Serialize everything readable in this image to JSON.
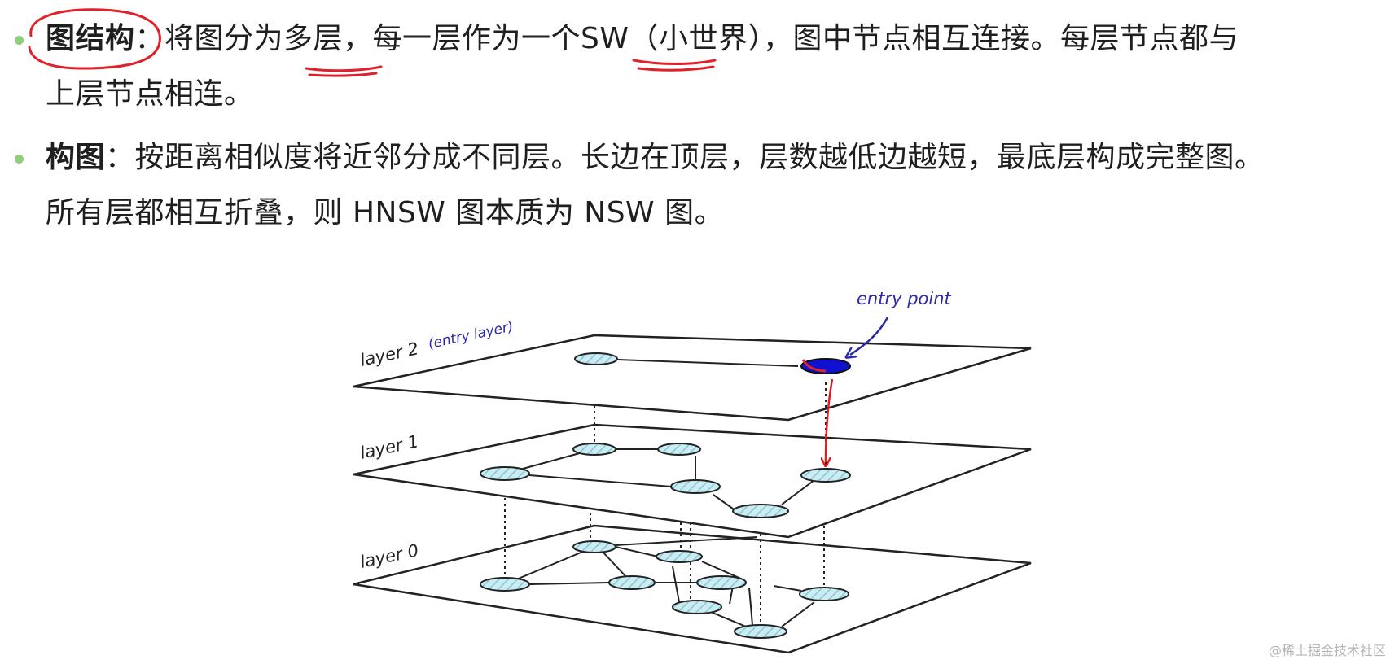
{
  "bullets": [
    {
      "term": "图结构",
      "sep": "：",
      "line1": "将图分为多层，每一层作为一个SW（小世界），图中节点相互连接。每层节点都与",
      "line2": "上层节点相连。"
    },
    {
      "term": "构图",
      "sep": "：",
      "line1": "按距离相似度将近邻分成不同层。长边在顶层，层数越低边越短，最底层构成完整图。",
      "line2": "所有层都相互折叠，则 HNSW 图本质为 NSW 图。"
    }
  ],
  "diagram": {
    "layers": [
      {
        "label": "layer 2",
        "note": "(entry layer)"
      },
      {
        "label": "layer 1"
      },
      {
        "label": "layer 0"
      }
    ],
    "entry_point_label": "entry point"
  },
  "colors": {
    "bullet": "#8fcf7a",
    "node_fill": "#cdecf2",
    "node_hatch": "#7fc9d8",
    "entry_node": "#1010d0",
    "entry_annotation": "#2a2aa8",
    "search_arrow": "#e02020",
    "highlight_marker": "#e0202a"
  },
  "watermark": "@稀土掘金技术社区"
}
